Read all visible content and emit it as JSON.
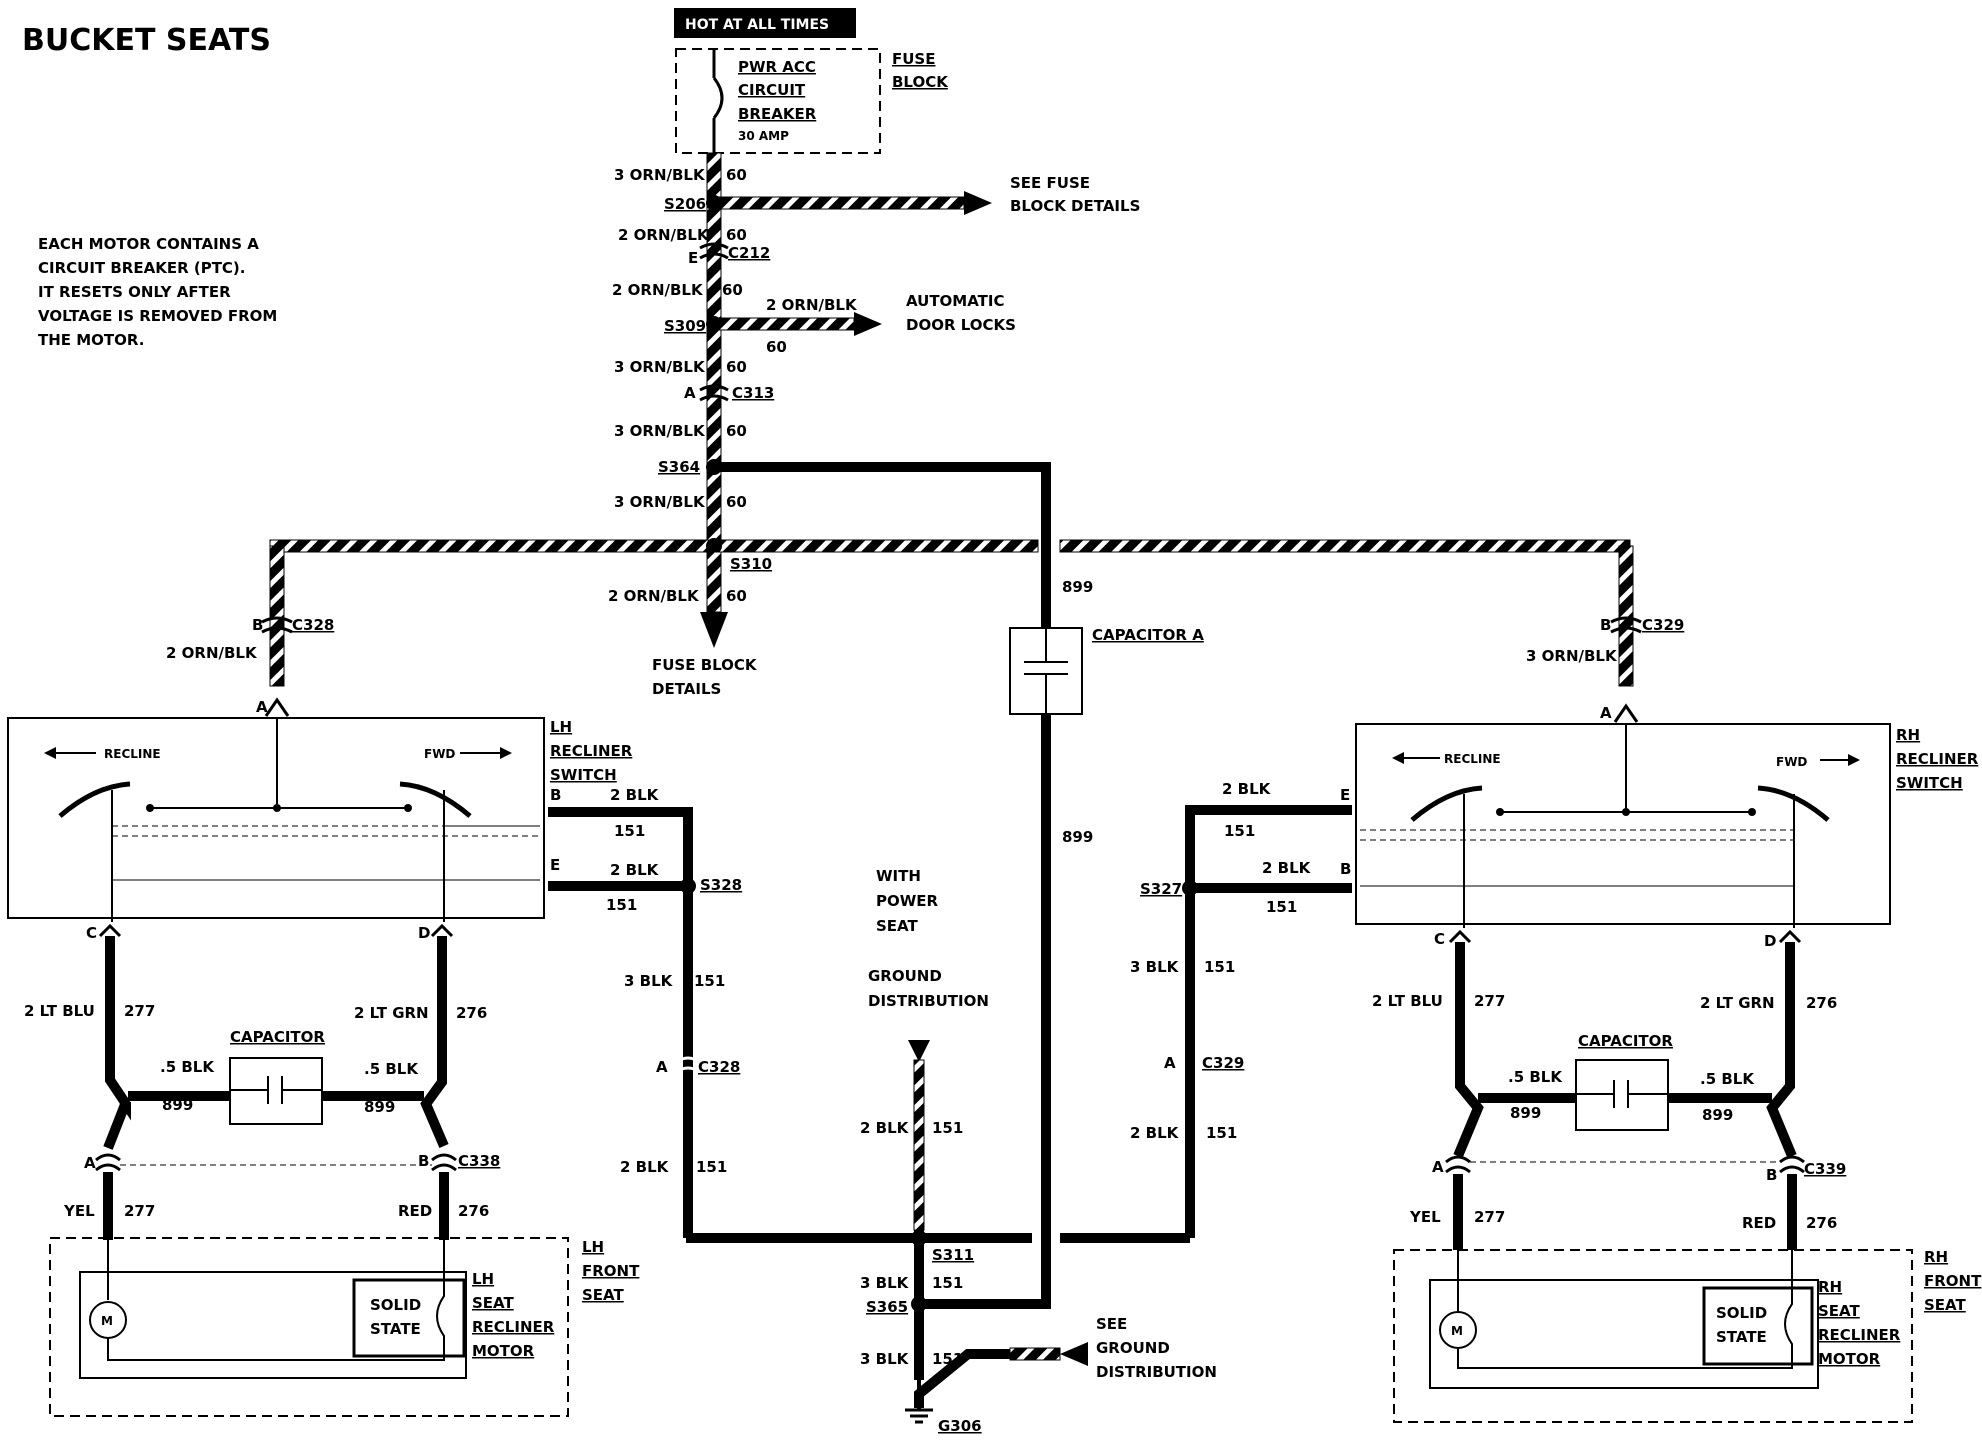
{
  "title": "BUCKET SEATS",
  "hot_at_all_times": "HOT AT ALL TIMES",
  "fuse_block": {
    "breaker_lines": [
      "PWR ACC",
      "CIRCUIT",
      "BREAKER"
    ],
    "amp": "30 AMP",
    "label_lines": [
      "FUSE",
      "BLOCK"
    ]
  },
  "note_lines": [
    "EACH MOTOR CONTAINS A",
    "CIRCUIT BREAKER (PTC).",
    "IT RESETS ONLY AFTER",
    "VOLTAGE IS REMOVED FROM",
    "THE MOTOR."
  ],
  "feed": {
    "w1": "3 ORN/BLK",
    "n60": "60",
    "s206": "S206",
    "see_fuse_lines": [
      "SEE FUSE",
      "BLOCK DETAILS"
    ],
    "w2": "2 ORN/BLK",
    "e": "E",
    "c212": "C212",
    "w3": "2 ORN/BLK",
    "w_adl": "2 ORN/BLK",
    "adl_lines": [
      "AUTOMATIC",
      "DOOR LOCKS"
    ],
    "s309": "S309",
    "w4": "3 ORN/BLK",
    "a": "A",
    "c313": "C313",
    "w5": "3 ORN/BLK",
    "s364": "S364",
    "w6": "3 ORN/BLK",
    "s310": "S310",
    "w7": "2 ORN/BLK",
    "fuse_details_lines": [
      "FUSE BLOCK",
      "DETAILS"
    ]
  },
  "capacitor_a": {
    "label": "CAPACITOR A",
    "n899": "899"
  },
  "lh": {
    "b": "B",
    "c328": "C328",
    "a": "A",
    "w_feed": "2 ORN/BLK",
    "recline": "RECLINE",
    "fwd": "FWD",
    "switch_lines": [
      "LH",
      "RECLINER",
      "SWITCH"
    ],
    "pin_b": "B",
    "pin_e": "E",
    "pin_c": "C",
    "pin_d": "D",
    "w_blk": "2 BLK",
    "n151": "151",
    "s328": "S328",
    "w_3blk": "3 BLK",
    "a2": "A",
    "c328b": "C328",
    "w_2blk_lower": "2 BLK",
    "w_blu": "2 LT BLU",
    "n277": "277",
    "w_grn": "2 LT GRN",
    "n276": "276",
    "capacitor": "CAPACITOR",
    "w_5blk": ".5 BLK",
    "n899": "899",
    "a3": "A",
    "b3": "B",
    "c338": "C338",
    "yel": "YEL",
    "red": "RED",
    "seat_lines": [
      "LH",
      "FRONT",
      "SEAT"
    ],
    "motor_lines": [
      "LH",
      "SEAT",
      "RECLINER",
      "MOTOR"
    ],
    "solid_lines": [
      "SOLID",
      "STATE"
    ],
    "m": "M"
  },
  "rh": {
    "b": "B",
    "c329": "C329",
    "a": "A",
    "w_feed": "3 ORN/BLK",
    "recline": "RECLINE",
    "fwd": "FWD",
    "switch_lines": [
      "RH",
      "RECLINER",
      "SWITCH"
    ],
    "pin_e": "E",
    "pin_b": "B",
    "pin_c": "C",
    "pin_d": "D",
    "w_blk": "2 BLK",
    "n151": "151",
    "s327": "S327",
    "w_3blk": "3 BLK",
    "a2": "A",
    "c329b": "C329",
    "w_2blk_lower": "2 BLK",
    "w_blu": "2 LT BLU",
    "n277": "277",
    "w_grn": "2 LT GRN",
    "n276": "276",
    "capacitor": "CAPACITOR",
    "w_5blk": ".5 BLK",
    "n899": "899",
    "a3": "A",
    "b3": "B",
    "c339": "C339",
    "yel": "YEL",
    "red": "RED",
    "seat_lines": [
      "RH",
      "FRONT",
      "SEAT"
    ],
    "motor_lines": [
      "RH",
      "SEAT",
      "RECLINER",
      "MOTOR"
    ],
    "solid_lines": [
      "SOLID",
      "STATE"
    ],
    "m": "M"
  },
  "ground": {
    "with_lines": [
      "WITH",
      "POWER",
      "SEAT"
    ],
    "dist_lines": [
      "GROUND",
      "DISTRIBUTION"
    ],
    "w_2blk": "2 BLK",
    "n151": "151",
    "s311": "S311",
    "w_3blk_a": "3 BLK",
    "n151b": "151",
    "s365": "S365",
    "w_3blk_b": "3 BLK",
    "n151c": "151",
    "see_ground_lines": [
      "SEE",
      "GROUND",
      "DISTRIBUTION"
    ],
    "g306": "G306"
  }
}
